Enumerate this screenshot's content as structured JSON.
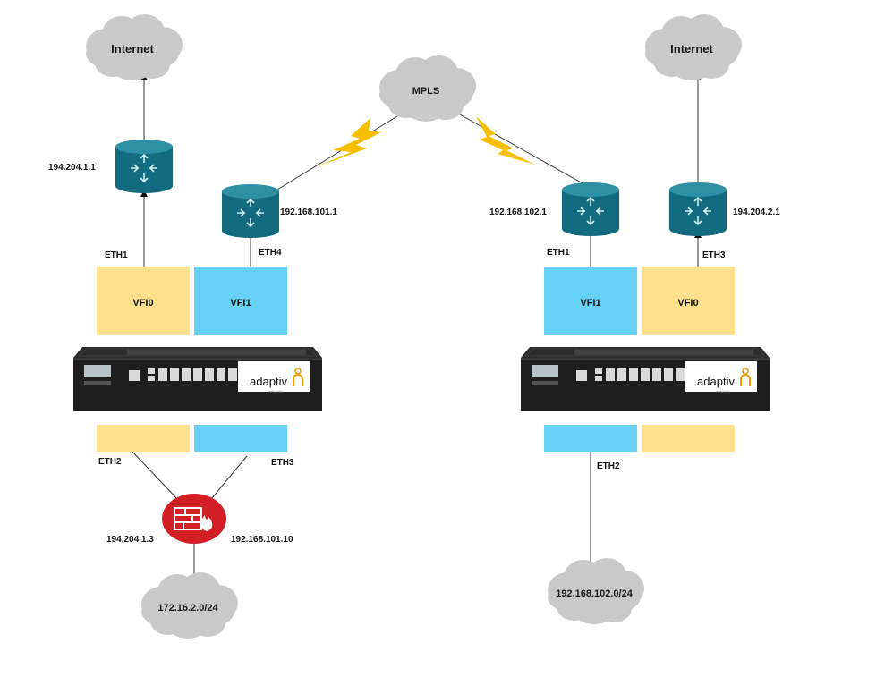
{
  "clouds": {
    "internet_left": "Internet",
    "internet_right": "Internet",
    "mpls": "MPLS",
    "lan_left": "172.16.2.0/24",
    "lan_right": "192.168.102.0/24"
  },
  "left_site": {
    "router_internet_ip": "194.204.1.1",
    "router_mpls_ip": "192.168.101.1",
    "eth_internet": "ETH1",
    "eth_mpls": "ETH4",
    "vfi_a": "VFI0",
    "vfi_b": "VFI1",
    "eth_lan_a": "ETH2",
    "eth_lan_b": "ETH3",
    "firewall_ip_a": "194.204.1.3",
    "firewall_ip_b": "192.168.101.10"
  },
  "right_site": {
    "router_mpls_ip": "192.168.102.1",
    "router_internet_ip": "194.204.2.1",
    "eth_mpls": "ETH1",
    "eth_internet": "ETH3",
    "vfi_a": "VFI1",
    "vfi_b": "VFI0",
    "eth_lan": "ETH2"
  },
  "device": {
    "brand": "adaptiv",
    "brand_sub": "networks"
  },
  "colors": {
    "vfi0": "#ffe08c",
    "vfi1": "#66d1f5",
    "router": "#126b7e",
    "cloud": "#c9c9c9",
    "lightning": "#f7be00",
    "firewall": "#d21f26"
  }
}
